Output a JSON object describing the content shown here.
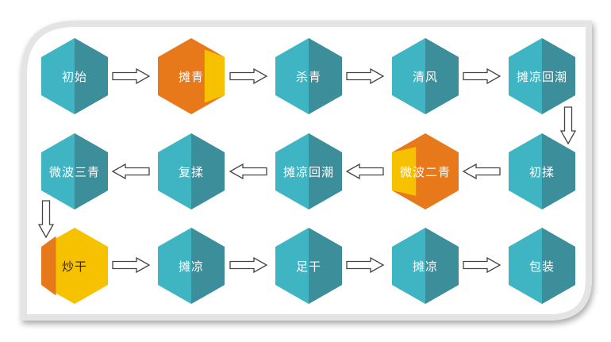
{
  "diagram": {
    "palette": {
      "teal_light": "#3fb5c4",
      "teal_dark": "#3b8e9a",
      "orange": "#e8791a",
      "yellow": "#f6c200",
      "frame": "#eeeeee",
      "arrow_fill": "#ffffff",
      "arrow_stroke": "#444444"
    },
    "steps": [
      {
        "label": "初始",
        "style": "teal"
      },
      {
        "label": "摊青",
        "style": "orange"
      },
      {
        "label": "杀青",
        "style": "teal"
      },
      {
        "label": "清风",
        "style": "teal"
      },
      {
        "label": "摊凉回潮",
        "style": "teal"
      },
      {
        "label": "初揉",
        "style": "teal"
      },
      {
        "label": "微波二青",
        "style": "orange-mirror"
      },
      {
        "label": "摊凉回潮",
        "style": "teal"
      },
      {
        "label": "复揉",
        "style": "teal"
      },
      {
        "label": "微波三青",
        "style": "teal"
      },
      {
        "label": "炒干",
        "style": "yellow"
      },
      {
        "label": "摊凉",
        "style": "teal"
      },
      {
        "label": "足干",
        "style": "teal"
      },
      {
        "label": "摊凉",
        "style": "teal"
      },
      {
        "label": "包装",
        "style": "teal"
      }
    ]
  }
}
